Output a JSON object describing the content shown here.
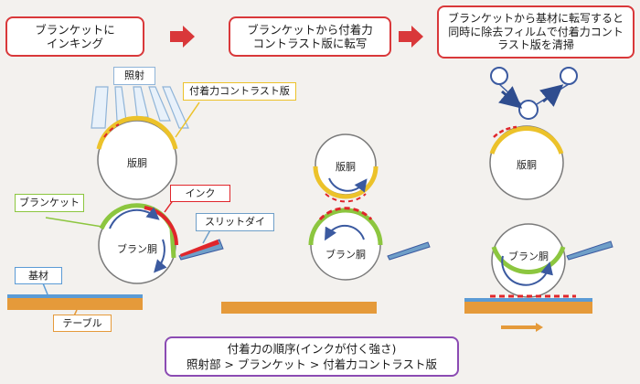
{
  "steps": [
    {
      "text": "ブランケットに\nインキング"
    },
    {
      "text": "ブランケットから付着力\nコントラスト版に転写"
    },
    {
      "text": "ブランケットから基材に転写すると同時に除去フィルムで付着力コントラスト版を清掃"
    }
  ],
  "labels": {
    "irradiation": "照射",
    "adhesion_plate": "付着力コントラスト版",
    "blanket": "ブランケット",
    "ink": "インク",
    "slit_die": "スリットダイ",
    "substrate": "基材",
    "table": "テーブル"
  },
  "drums": {
    "plate_drum": "版胴",
    "blanket_drum": "ブラン胴"
  },
  "order": {
    "title": "付着力の順序(インクが付く強さ)",
    "sequence": "照射部 > ブランケット > 付着力コントラスト版"
  },
  "colors": {
    "red_frame": "#d9383a",
    "arrow_red": "#d9383a",
    "plate_yellow": "#ecc22a",
    "blanket_green": "#8cc63f",
    "ink_red": "#e0262b",
    "substrate_blue": "#5b9bd5",
    "table_orange": "#e59a3a",
    "purple_frame": "#8b4bb3",
    "slitdie_blue": "#6f9fc8",
    "drum_arrow": "#3b5aa0"
  }
}
